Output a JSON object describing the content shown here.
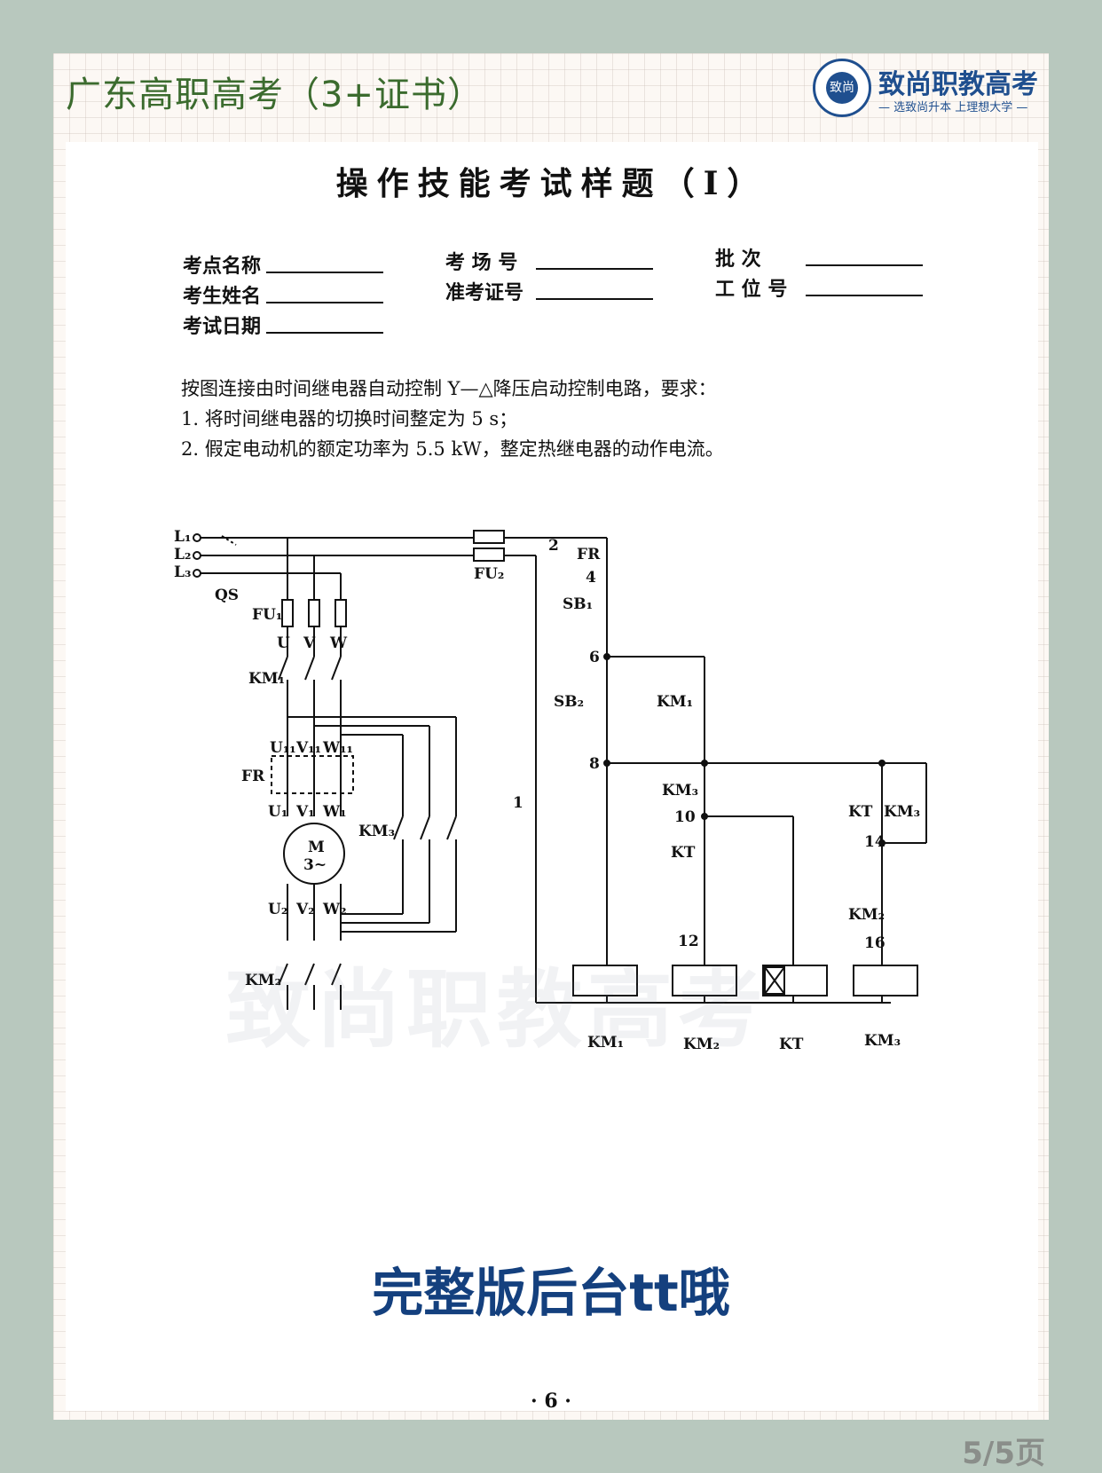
{
  "header": {
    "title": "广东高职高考（3+证书）",
    "brand_name": "致尚职教高考",
    "brand_slogan": "— 选致尚升本  上理想大学 —",
    "logo_text": "致尚"
  },
  "document": {
    "title": "操作技能考试样题（Ⅰ）",
    "fields": {
      "site_name": "考点名称",
      "room_no": "考 场 号",
      "batch": "批    次",
      "candidate_name": "考生姓名",
      "admission_no": "准考证号",
      "station_no": "工 位 号",
      "exam_date": "考试日期"
    },
    "task_intro": "按图连接由时间继电器自动控制 Y—△降压启动控制电路，要求：",
    "task_items": [
      "1.  将时间继电器的切换时间整定为 5 s；",
      "2.  假定电动机的额定功率为 5.5 kW，整定热继电器的动作电流。"
    ],
    "page_number": "· 6 ·"
  },
  "diagram": {
    "labels": {
      "L1": "L₁",
      "L2": "L₂",
      "L3": "L₃",
      "QS": "QS",
      "FU1": "FU₁",
      "FU2": "FU₂",
      "U": "U",
      "V": "V",
      "W": "W",
      "KM1_main": "KM₁",
      "U11": "U₁₁",
      "V11": "V₁₁",
      "W11": "W₁₁",
      "FR_main": "FR",
      "U1": "U₁",
      "V1": "V₁",
      "W1": "W₁",
      "motor": "M",
      "motor_sub": "3~",
      "KM3_main": "KM₃",
      "U2": "U₂",
      "V2": "V₂",
      "W2": "W₂",
      "KM2_main": "KM₂",
      "n1": "1",
      "n2": "2",
      "n4": "4",
      "n6": "6",
      "n8": "8",
      "n10": "10",
      "n12": "12",
      "n14": "14",
      "n16": "16",
      "FR_ctrl": "FR",
      "SB1": "SB₁",
      "SB2": "SB₂",
      "KM1_aux": "KM₁",
      "KM3_nc": "KM₃",
      "KT_nc": "KT",
      "KT_no": "KT",
      "KM3_no": "KM₃",
      "KM2_nc": "KM₂",
      "coil_km1": "KM₁",
      "coil_km2": "KM₂",
      "coil_kt": "KT",
      "coil_km3": "KM₃"
    }
  },
  "watermark": "致尚职教高考",
  "cta": "完整版后台tt哦",
  "page_counter": "5/5页",
  "colors": {
    "background": "#b8c8be",
    "header_green": "#3b6b2e",
    "brand_blue": "#1f4f8f",
    "cta_blue": "#14407e"
  }
}
